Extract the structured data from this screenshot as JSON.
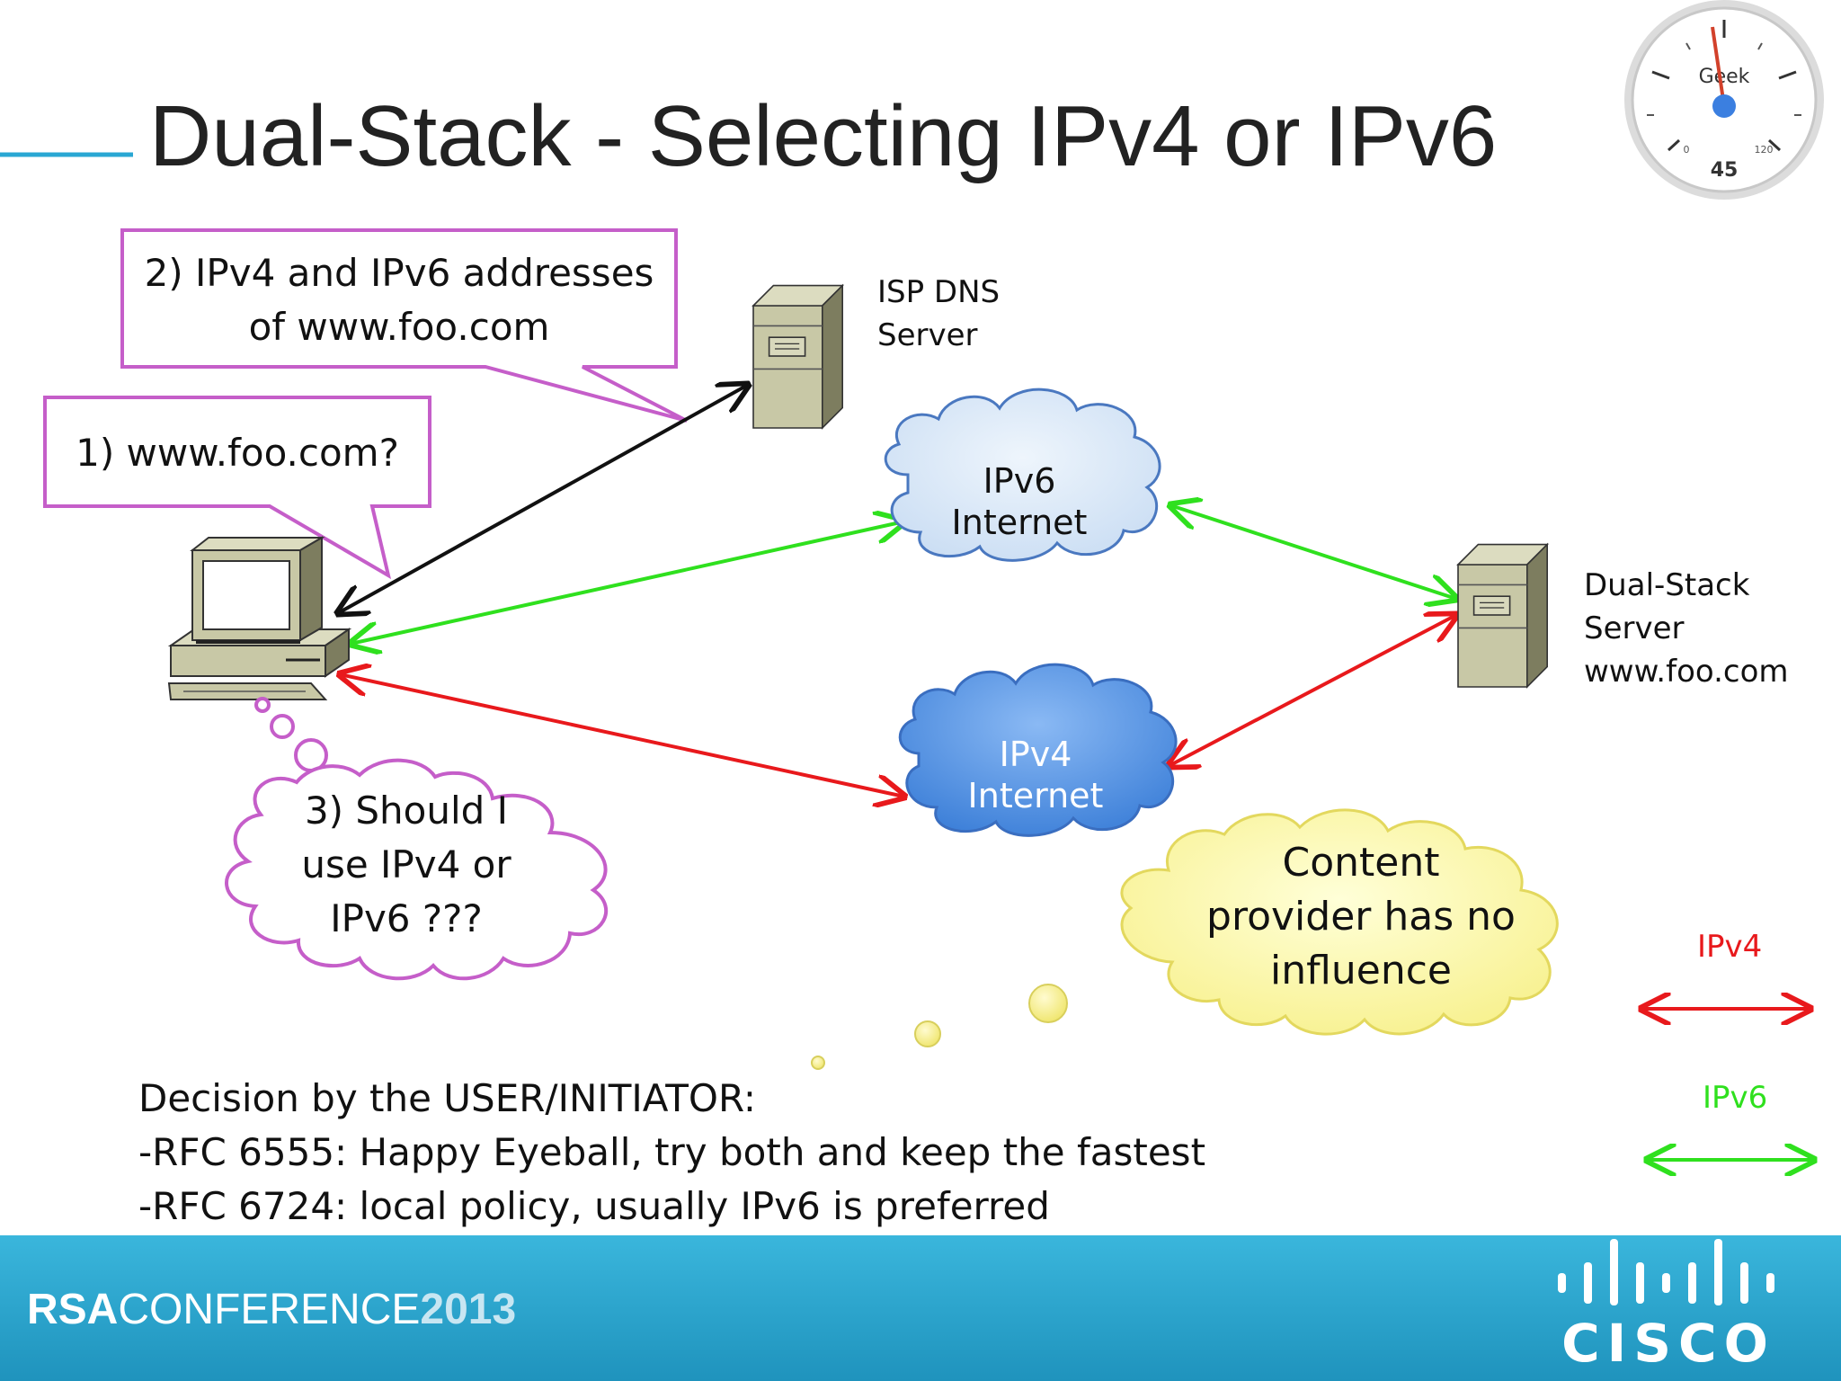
{
  "slide": {
    "title": "Dual-Stack - Selecting IPv4 or IPv6"
  },
  "gauge": {
    "label": "Geek",
    "value": "45",
    "min_tick": "0",
    "max_tick": "120"
  },
  "callouts": {
    "dns_answer": [
      "2) IPv4 and IPv6 addresses",
      "of www.foo.com"
    ],
    "dns_query": "1) www.foo.com?",
    "user_thought": [
      "3) Should I",
      "use IPv4 or",
      "IPv6 ???"
    ],
    "provider_thought": [
      "Content",
      "provider has no",
      "influence"
    ]
  },
  "nodes": {
    "dns_server": [
      "ISP DNS",
      "Server"
    ],
    "dual_stack_server": [
      "Dual-Stack",
      "Server",
      "www.foo.com"
    ],
    "ipv6_cloud": [
      "IPv6",
      "Internet"
    ],
    "ipv4_cloud": [
      "IPv4",
      "Internet"
    ]
  },
  "legend": {
    "ipv4_label": "IPv4",
    "ipv6_label": "IPv6",
    "ipv4_color": "#e8191c",
    "ipv6_color": "#2fe01e"
  },
  "notes": {
    "heading": "Decision by the USER/INITIATOR:",
    "lines": [
      "-RFC 6555: Happy Eyeball, try both and keep the fastest",
      "-RFC 6724: local policy, usually IPv6 is preferred"
    ]
  },
  "footer": {
    "conference_prefix": "RSA",
    "conference_name": "CONFERENCE",
    "conference_year": "2013",
    "sponsor": "CISCO"
  },
  "colors": {
    "accent_line": "#29a7d3",
    "callout_border": "#c55ec9",
    "footer_band": "#2ca8cf"
  }
}
